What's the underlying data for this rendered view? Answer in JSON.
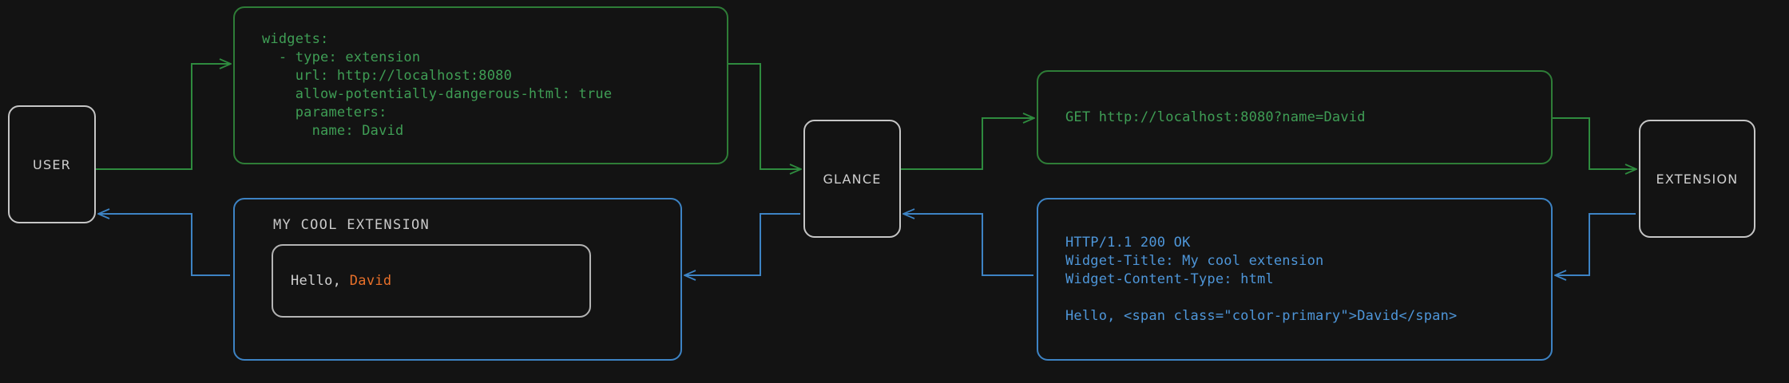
{
  "theme": {
    "background": "#131313",
    "node_border": "#c6c6c6",
    "node_label": "#cfcfcf",
    "green": "#3f9e55",
    "green_border": "#2e7d37",
    "blue": "#4e96d9",
    "blue_border": "#3d83c4",
    "accent_orange": "#e8702a",
    "inner_border": "#b4b4b4"
  },
  "nodes": {
    "user": {
      "label": "USER"
    },
    "glance": {
      "label": "GLANCE"
    },
    "extension": {
      "label": "EXTENSION"
    }
  },
  "boxes": {
    "config_yaml": {
      "color": "green",
      "text": "widgets:\n  - type: extension\n    url: http://localhost:8080\n    allow-potentially-dangerous-html: true\n    parameters:\n      name: David"
    },
    "http_request": {
      "color": "green",
      "text": "GET http://localhost:8080?name=David"
    },
    "http_response": {
      "color": "blue",
      "text": "HTTP/1.1 200 OK\nWidget-Title: My cool extension\nWidget-Content-Type: html\n\nHello, <span class=\"color-primary\">David</span>"
    },
    "widget_preview": {
      "color": "blue",
      "title": "MY COOL EXTENSION",
      "greeting_prefix": "Hello, ",
      "greeting_name": "David"
    }
  },
  "connectors": [
    {
      "name": "user-to-config",
      "color": "green",
      "direction": "right"
    },
    {
      "name": "config-to-glance",
      "color": "green",
      "direction": "right"
    },
    {
      "name": "glance-to-request",
      "color": "green",
      "direction": "right"
    },
    {
      "name": "request-to-extension",
      "color": "green",
      "direction": "right"
    },
    {
      "name": "extension-to-response",
      "color": "blue",
      "direction": "left"
    },
    {
      "name": "response-to-glance",
      "color": "blue",
      "direction": "left"
    },
    {
      "name": "glance-to-widget",
      "color": "blue",
      "direction": "left"
    },
    {
      "name": "widget-to-user",
      "color": "blue",
      "direction": "left"
    }
  ]
}
